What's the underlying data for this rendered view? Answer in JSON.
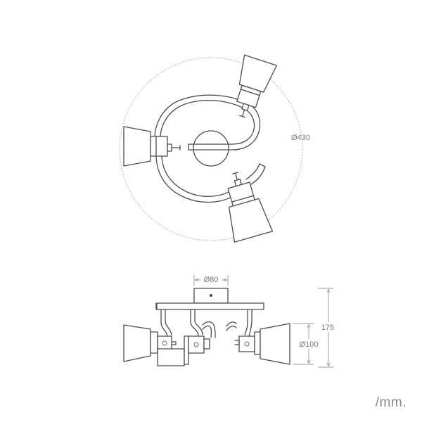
{
  "dimensions": {
    "overall_diameter": "Ø430",
    "base_diameter": "Ø80",
    "height": "175",
    "shade_diameter": "Ø100"
  },
  "units_label": "/mm."
}
